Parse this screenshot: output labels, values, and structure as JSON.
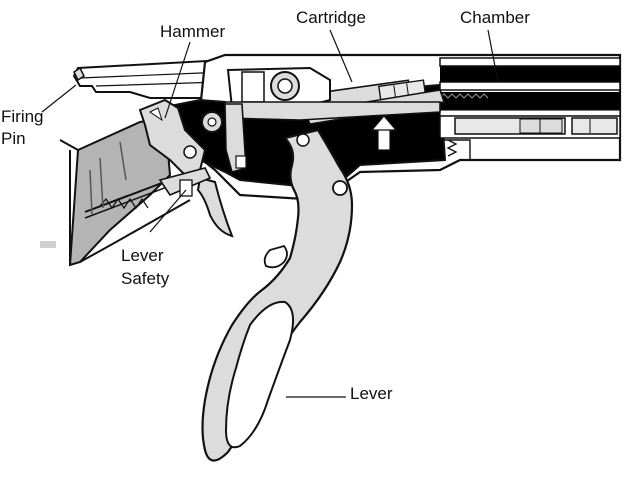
{
  "labels": {
    "hammer": "Hammer",
    "cartridge": "Cartridge",
    "chamber": "Chamber",
    "firing_pin_line1": "Firing",
    "firing_pin_line2": "Pin",
    "lever_safety_line1": "Lever",
    "lever_safety_line2": "Safety",
    "lever": "Lever"
  },
  "colors": {
    "ink": "#111111",
    "metal": "#dcdcdc",
    "stock": "#b4b4b4",
    "cavity": "#000000",
    "background": "#ffffff"
  }
}
